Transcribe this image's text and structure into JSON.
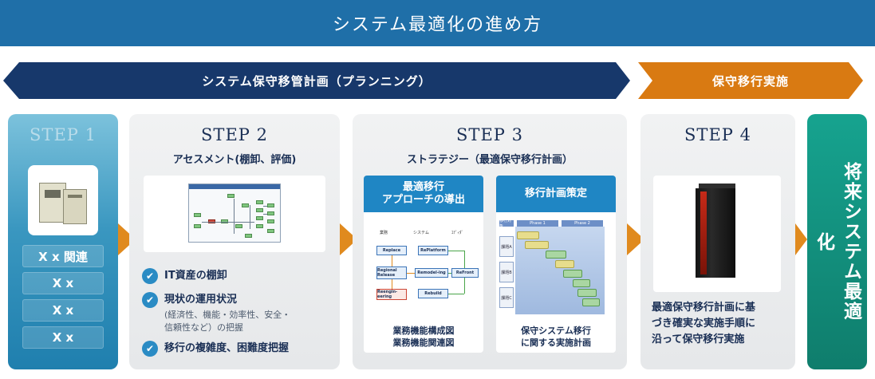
{
  "title": "システム最適化の進め方",
  "phases": {
    "planning": "システム保守移管計画（プランニング）",
    "execution": "保守移行実施"
  },
  "step1": {
    "title": "STEP 1",
    "items": [
      "X x 関連",
      "X x",
      "X x",
      "X x"
    ]
  },
  "step2": {
    "title": "STEP 2",
    "subtitle": "アセスメント(棚卸、評価)",
    "checks": [
      {
        "text": "IT資産の棚卸"
      },
      {
        "text": "現状の運用状況",
        "subtext_1": "(経済性、機能・効率性、安全・",
        "subtext_2": "信頼性など）の把握"
      },
      {
        "text": "移行の複雑度、困難度把握"
      }
    ]
  },
  "step3": {
    "title": "STEP 3",
    "subtitle": "ストラテジー（最適保守移行計画）",
    "left": {
      "header_1": "最適移行",
      "header_2": "アプローチの導出",
      "caption_1": "業務機能構成図",
      "caption_2": "業務機能関連図",
      "diagram": {
        "cols": [
          "業務",
          "システム",
          "ｴﾃﾞｨﾀﾞ"
        ],
        "boxes": [
          "Replace",
          "RePlatform",
          "Regional Release",
          "Remodel-ing",
          "ReFront",
          "Reengin-eering",
          "Rebuild"
        ]
      }
    },
    "right": {
      "header": "移行計画策定",
      "caption_1": "保守システム移行",
      "caption_2": "に関する実施計画",
      "gantt": {
        "head": [
          "移行対象",
          "Phase 1",
          "Phase 2"
        ],
        "rows": [
          "課題A",
          "課題B",
          "課題C"
        ]
      }
    }
  },
  "step4": {
    "title": "STEP 4",
    "text_1": "最適保守移行計画に基",
    "text_2": "づき確実な実施手順に",
    "text_3": "沿って保守移行実施"
  },
  "final": {
    "label": "将来システム最適化"
  },
  "colors": {
    "title_bar": "#1f6fa8",
    "plan_arrow": "#17386b",
    "exec_arrow": "#d97a12",
    "connector": "#e08a1e",
    "final_panel": "#12907d",
    "check": "#2a8bc4"
  }
}
